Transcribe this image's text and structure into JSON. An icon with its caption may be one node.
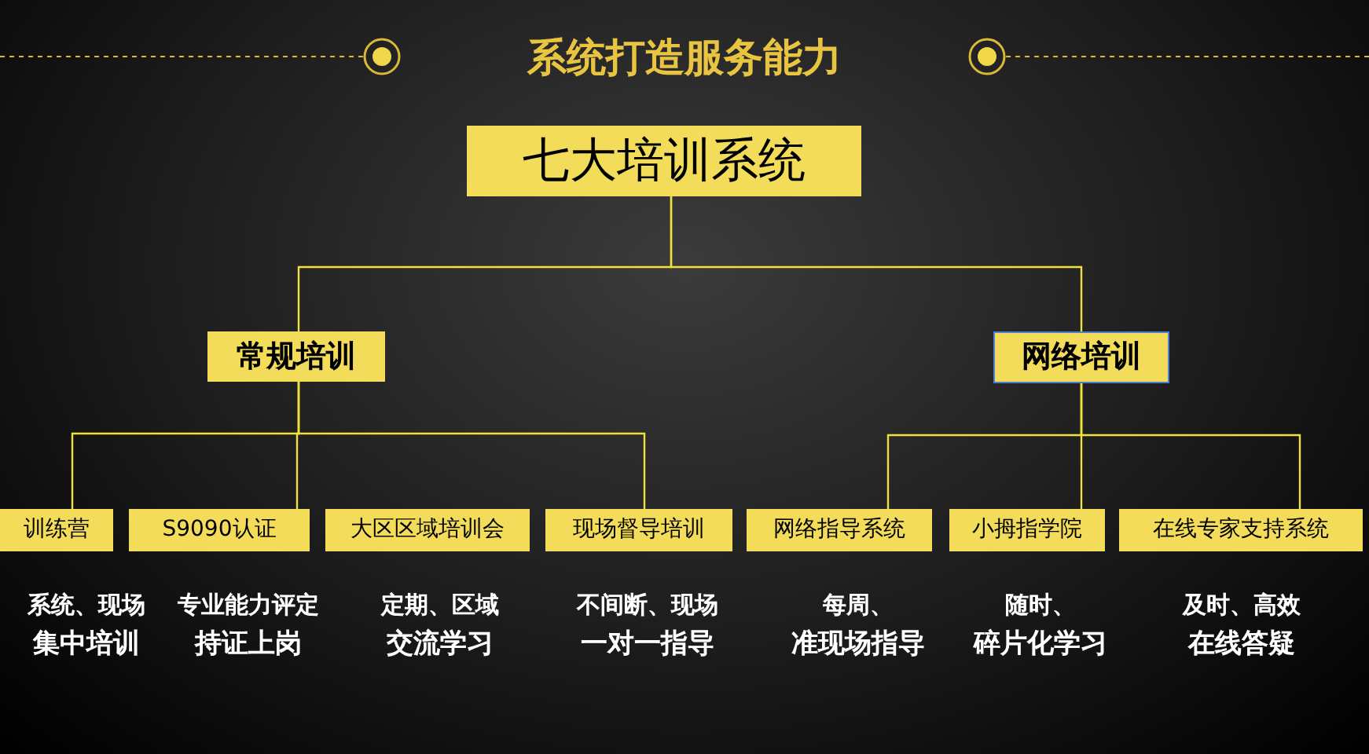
{
  "diagram": {
    "title": "系统打造服务能力",
    "nodes": [
      {
        "text": [
          "七大培训系统"
        ]
      },
      {
        "text": [
          "常规培训"
        ]
      },
      {
        "text": [
          "网络培训"
        ]
      },
      {
        "text": [
          "训练营"
        ],
        "beside": [
          "系统、现场",
          "集中培训"
        ]
      },
      {
        "text": [
          "S9090认证"
        ],
        "beside": [
          "专业能力评定",
          "持证上岗"
        ]
      },
      {
        "text": [
          "大区区域培训会"
        ],
        "beside": [
          "定期、区域",
          "交流学习"
        ]
      },
      {
        "text": [
          "现场督导培训"
        ],
        "beside": [
          "不间断、现场",
          "一对一指导"
        ]
      },
      {
        "text": [
          "网络指导系统"
        ],
        "beside": [
          "每周、",
          "准现场指导"
        ]
      },
      {
        "text": [
          "小拇指学院"
        ],
        "beside": [
          "随时、",
          "碎片化学习"
        ]
      },
      {
        "text": [
          "在线专家支持系统"
        ],
        "beside": [
          "及时、高效",
          "在线答疑"
        ]
      }
    ],
    "edges": [
      {
        "from": 0,
        "to": 1,
        "arrow": "none"
      },
      {
        "from": 0,
        "to": 2,
        "arrow": "none"
      },
      {
        "from": 1,
        "to": 3,
        "arrow": "none"
      },
      {
        "from": 1,
        "to": 4,
        "arrow": "none"
      },
      {
        "from": 1,
        "to": 6,
        "arrow": "none"
      },
      {
        "from": 2,
        "to": 7,
        "arrow": "none"
      },
      {
        "from": 2,
        "to": 8,
        "arrow": "none"
      },
      {
        "from": 2,
        "to": 9,
        "arrow": "none"
      }
    ]
  }
}
